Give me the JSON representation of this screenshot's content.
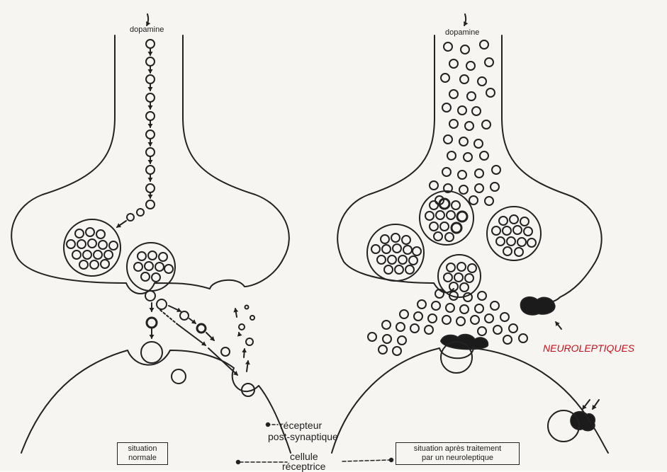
{
  "labels": {
    "dopamine_left": "dopamine",
    "dopamine_right": "dopamine",
    "recepteur": "récepteur",
    "post_synaptique": "post-synaptique",
    "cellule": "cellule",
    "receptrice": "réceptrice",
    "neuroleptiques": "NEUROLEPTIQUES"
  },
  "boxes": {
    "normal_line1": "situation",
    "normal_line2": "normale",
    "after_line1": "situation après traitement",
    "after_line2": "par un neuroleptique"
  },
  "colors": {
    "ink": "#222222",
    "paper": "#f7f5f1",
    "accent": "#c1121f"
  }
}
